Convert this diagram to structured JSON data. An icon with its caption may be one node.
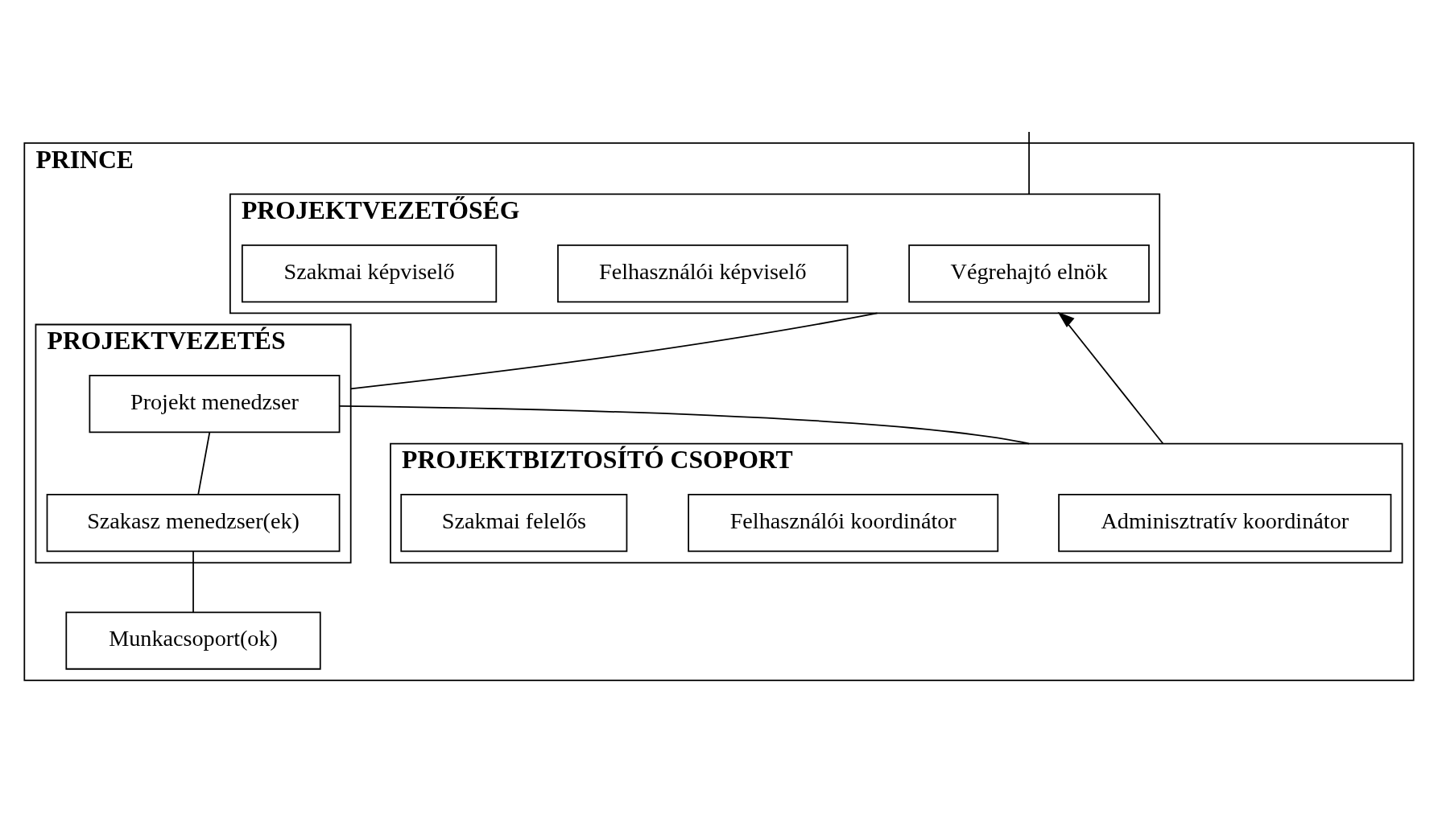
{
  "diagram": {
    "nodes": [
      {
        "text": [
          "PRINCE"
        ]
      },
      {
        "text": [
          "PROJEKTVEZETŐSÉG"
        ],
        "in": 0
      },
      {
        "text": [
          "Végrehajtó elnök"
        ],
        "in": 1
      },
      {
        "text": [
          "Felhasználói képviselő"
        ],
        "in": 1
      },
      {
        "text": [
          "Szakmai képviselő"
        ],
        "in": 1
      },
      {
        "text": [
          "PROJEKTVEZETÉS"
        ],
        "in": 0
      },
      {
        "text": [
          "Projekt menedzser"
        ],
        "in": 5
      },
      {
        "text": [
          "Szakasz menedzser(ek)"
        ],
        "in": 5
      },
      {
        "text": [
          "Munkacsoport(ok)"
        ],
        "in": 0
      },
      {
        "text": [
          "PROJEKTBIZTOSÍTÓ CSOPORT"
        ],
        "in": 0
      },
      {
        "text": [
          "Adminisztratív koordinátor"
        ],
        "in": 9
      },
      {
        "text": [
          "Felhasználói koordinátor"
        ],
        "in": 9
      },
      {
        "text": [
          "Szakmai felelős"
        ],
        "in": 9
      }
    ],
    "edges": [
      {
        "from": null,
        "to": 1,
        "arrow": "none"
      },
      {
        "from": 1,
        "to": 5,
        "arrow": "none"
      },
      {
        "from": 6,
        "to": 7,
        "arrow": "none"
      },
      {
        "from": 7,
        "to": 8,
        "arrow": "none"
      },
      {
        "from": 6,
        "to": 9,
        "arrow": "none"
      },
      {
        "from": 9,
        "to": 1,
        "arrow": "to"
      }
    ]
  }
}
